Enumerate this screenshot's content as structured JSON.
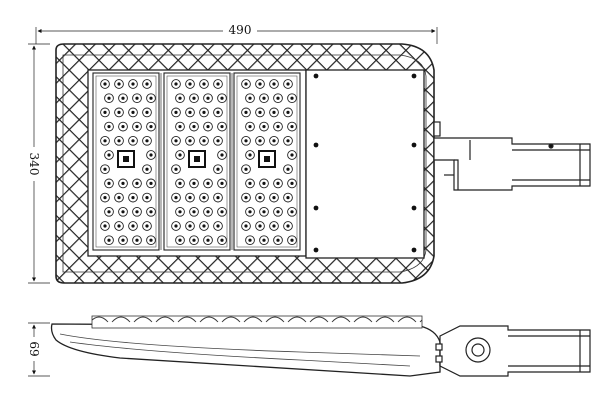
{
  "dimensions": {
    "length": "490",
    "width": "340",
    "height": "69"
  }
}
